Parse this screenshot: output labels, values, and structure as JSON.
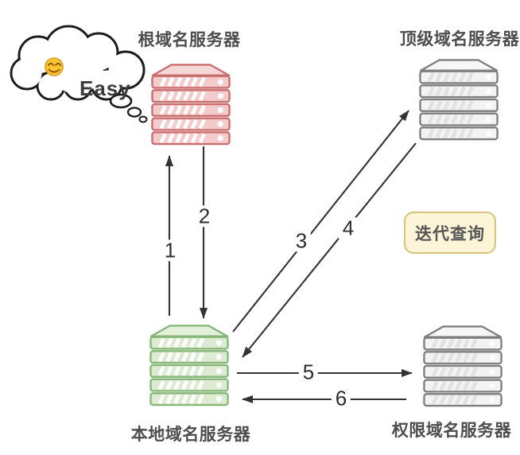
{
  "colors": {
    "red-border": "#c96e6e",
    "red-fill": "#f4caca",
    "red-top": "#f6d7d7",
    "green-border": "#86b779",
    "green-fill": "#dcebd1",
    "green-top": "#e3efd9",
    "gray-border": "#7e7e7e",
    "gray-fill": "#f3f3f3",
    "gray-top": "#f6f6f6",
    "gray-stripe": "#e2e2e2",
    "gray-dot": "#fdfdfd",
    "stripe": "#ffffff",
    "arrow": "#333333",
    "label-text": "#4d4d4d",
    "number-text": "#2d2d2d",
    "badge-bg": "#fdf5d7",
    "badge-border": "#d8c27c",
    "badge-text": "#575757",
    "smiley-fill": "#f9c62d",
    "smiley-stroke": "#e19a20",
    "smiley-features": "#8a4b16",
    "cloud-stroke": "#1b1b1b",
    "easy-text": "#3c3c3c"
  },
  "nodes": {
    "root": {
      "label": "根域名服务器"
    },
    "tld": {
      "label": "顶级域名服务器"
    },
    "local": {
      "label": "本地域名服务器"
    },
    "auth": {
      "label": "权限域名服务器"
    }
  },
  "badge": {
    "label": "迭代查询"
  },
  "thought": {
    "text": "Easy"
  },
  "arrows": {
    "a1": {
      "label": "1"
    },
    "a2": {
      "label": "2"
    },
    "a3": {
      "label": "3"
    },
    "a4": {
      "label": "4"
    },
    "a5": {
      "label": "5"
    },
    "a6": {
      "label": "6"
    }
  }
}
